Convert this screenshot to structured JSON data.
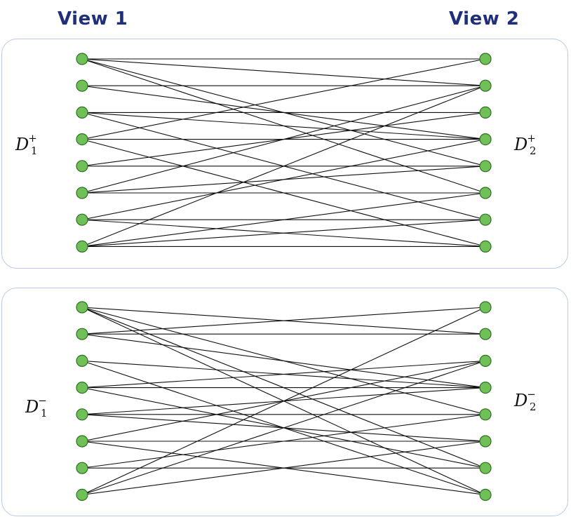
{
  "headers": {
    "view1": "View 1",
    "view2": "View 2"
  },
  "colors": {
    "title": "#1f2f7a",
    "node_fill": "#70c058",
    "node_stroke": "#2f6f25",
    "edge": "#111111",
    "panel_border": "#b9c9e6"
  },
  "groups": [
    {
      "id": "positive",
      "left_label": {
        "base": "D",
        "sub": "1",
        "sup": "+"
      },
      "right_label": {
        "base": "D",
        "sub": "2",
        "sup": "+"
      },
      "node_count": 8,
      "edges": [
        [
          0,
          0
        ],
        [
          0,
          1
        ],
        [
          0,
          4
        ],
        [
          0,
          5
        ],
        [
          1,
          1
        ],
        [
          1,
          3
        ],
        [
          2,
          2
        ],
        [
          2,
          3
        ],
        [
          2,
          6
        ],
        [
          3,
          0
        ],
        [
          3,
          3
        ],
        [
          3,
          7
        ],
        [
          4,
          2
        ],
        [
          4,
          4
        ],
        [
          5,
          1
        ],
        [
          5,
          4
        ],
        [
          5,
          5
        ],
        [
          6,
          3
        ],
        [
          6,
          6
        ],
        [
          6,
          7
        ],
        [
          7,
          1
        ],
        [
          7,
          5
        ],
        [
          7,
          6
        ],
        [
          7,
          7
        ]
      ]
    },
    {
      "id": "negative",
      "left_label": {
        "base": "D",
        "sub": "1",
        "sup": "−"
      },
      "right_label": {
        "base": "D",
        "sub": "2",
        "sup": "−"
      },
      "node_count": 8,
      "edges": [
        [
          0,
          1
        ],
        [
          0,
          4
        ],
        [
          0,
          6
        ],
        [
          0,
          7
        ],
        [
          1,
          0
        ],
        [
          1,
          1
        ],
        [
          1,
          3
        ],
        [
          2,
          3
        ],
        [
          2,
          7
        ],
        [
          3,
          2
        ],
        [
          3,
          3
        ],
        [
          3,
          6
        ],
        [
          4,
          3
        ],
        [
          4,
          4
        ],
        [
          4,
          5
        ],
        [
          5,
          2
        ],
        [
          5,
          5
        ],
        [
          5,
          7
        ],
        [
          6,
          4
        ],
        [
          6,
          6
        ],
        [
          7,
          0
        ],
        [
          7,
          2
        ],
        [
          7,
          5
        ]
      ]
    }
  ]
}
